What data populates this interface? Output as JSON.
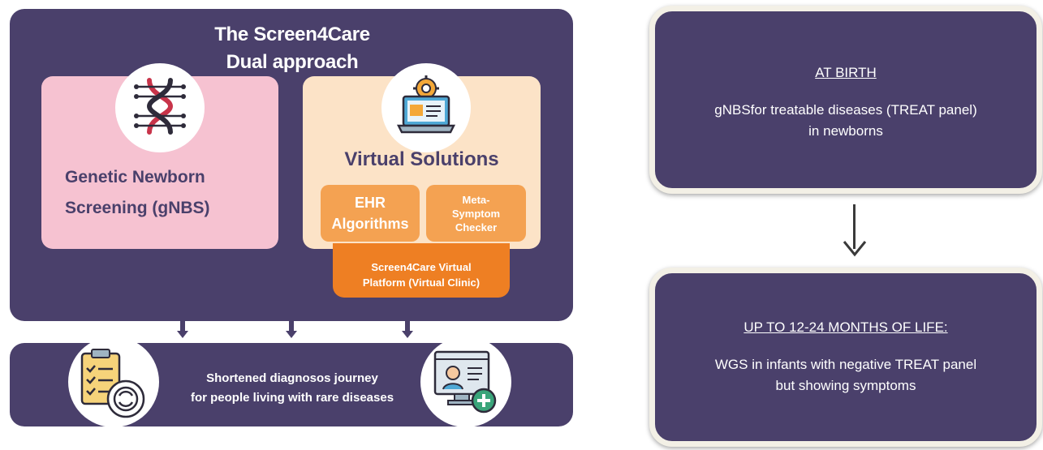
{
  "left": {
    "title_line1": "The Screen4Care",
    "title_line2": "Dual approach",
    "gnbs": {
      "line1": "Genetic Newborn",
      "line2": "Screening (gNBS)",
      "icon": "dna-icon"
    },
    "virtual": {
      "title": "Virtual Solutions",
      "icon": "laptop-gear-icon",
      "ehr_line1": "EHR",
      "ehr_line2": "Algorithms",
      "meta_line1": "Meta-",
      "meta_line2": "Symptom",
      "meta_line3": "Checker",
      "platform_line1": "Screen4Care Virtual",
      "platform_line2": "Platform (Virtual Clinic)"
    },
    "bottom": {
      "line1": "Shortened diagnosos journey",
      "line2": "for people living with rare diseases",
      "left_icon": "checklist-icon",
      "right_icon": "telemedicine-icon"
    }
  },
  "right": {
    "card1": {
      "heading": "AT BIRTH",
      "line1": "gNBSfor treatable diseases (TREAT panel)",
      "line2": "in newborns"
    },
    "card2": {
      "heading": "UP TO 12-24 MONTHS OF LIFE:",
      "line1": "WGS in infants with negative TREAT panel",
      "line2": "but showing symptoms"
    }
  },
  "colors": {
    "purple": "#4a406b",
    "pink": "#f6c2d1",
    "peach": "#fce3c7",
    "orange_light": "#f4a252",
    "orange_dark": "#ee7f23",
    "card_border": "#f3f0e6"
  }
}
